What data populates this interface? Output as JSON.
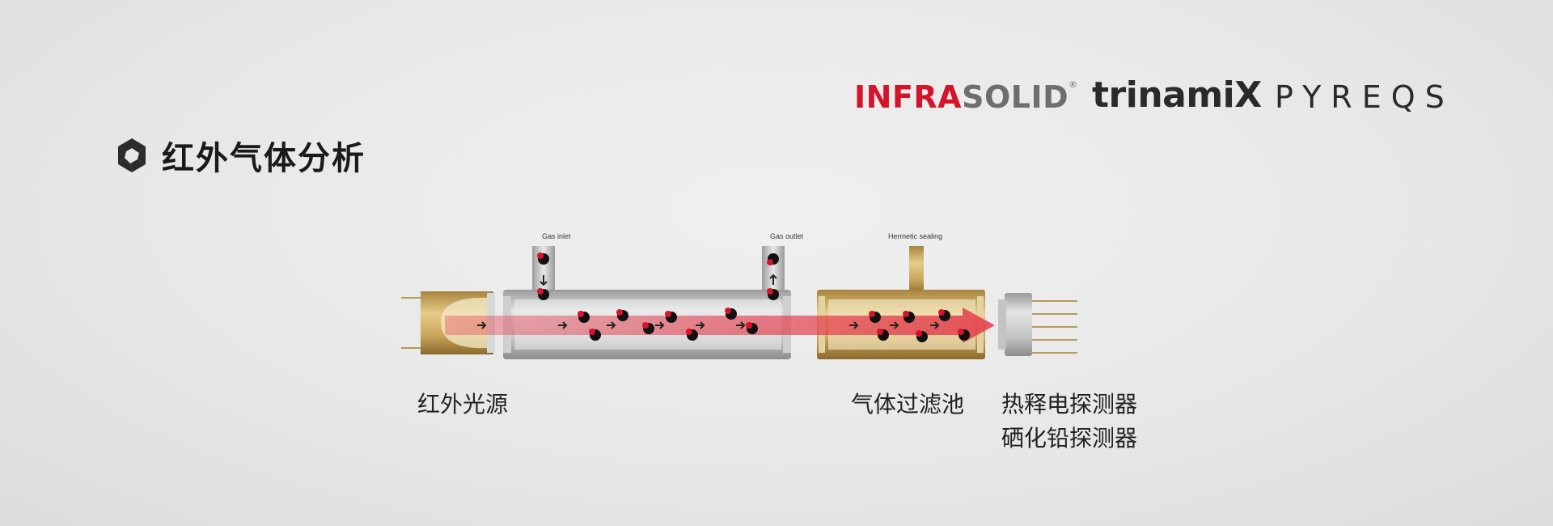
{
  "title": {
    "text": "红外气体分析",
    "icon": "aperture-icon"
  },
  "logos": {
    "infrasolid": {
      "part1": "INFRA",
      "part2": "S",
      "part3": "OLID",
      "reg": "®"
    },
    "trinamix": "trinamiX",
    "pyreos": "PYREQS"
  },
  "diagram_labels": {
    "gas_inlet": "Gas inlet",
    "gas_outlet": "Gas outlet",
    "hermetic_sealing": "Hermetic sealing"
  },
  "components": {
    "ir_source": "红外光源",
    "gas_filter_cell": "气体过滤池",
    "detector_line1": "热释电探测器",
    "detector_line2": "硒化铅探测器"
  },
  "colors": {
    "accent_red": "#d4142a",
    "gold": "#c9a55a",
    "beam": "#e33a4a"
  }
}
